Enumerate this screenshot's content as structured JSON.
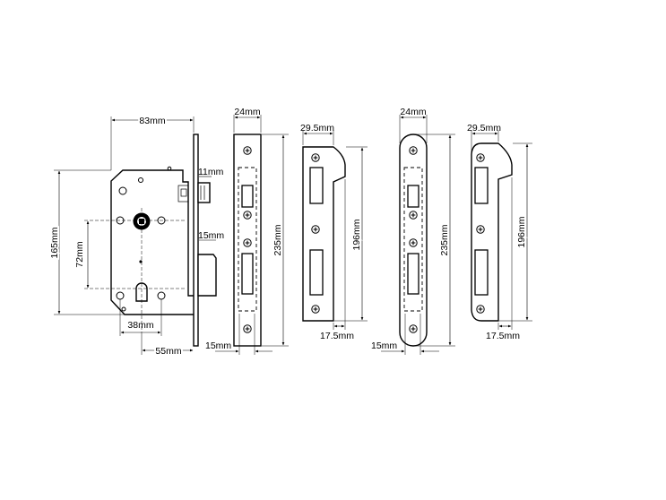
{
  "lock_case": {
    "width": "83mm",
    "height": "165mm",
    "centres": "72mm",
    "cylinder_offset": "38mm",
    "backset": "55mm",
    "deadbolt": "11mm",
    "latch": "15mm",
    "forend_thickness": "15mm"
  },
  "square_forend": {
    "width": "24mm",
    "length": "235mm"
  },
  "square_strike": {
    "width": "29.5mm",
    "length": "196mm",
    "lip": "17.5mm"
  },
  "round_forend": {
    "width": "24mm",
    "length": "235mm",
    "thickness": "15mm"
  },
  "round_strike": {
    "width": "29.5mm",
    "length": "196mm",
    "lip": "17.5mm"
  }
}
